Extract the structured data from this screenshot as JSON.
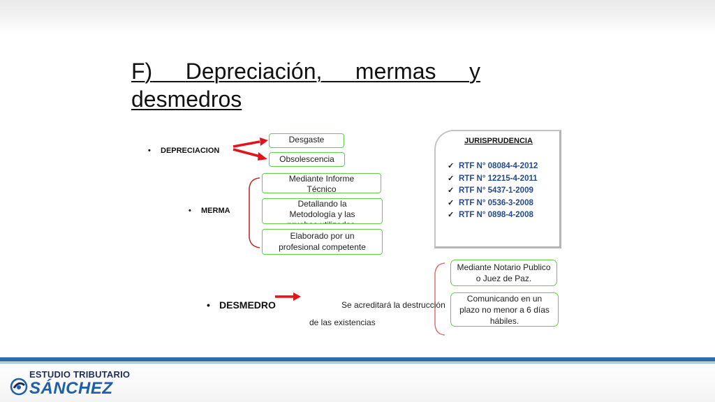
{
  "slide": {
    "title_line1": [
      "F)",
      "Depreciación,",
      "mermas",
      "y"
    ],
    "title_line2": "desmedros"
  },
  "depreciacion": {
    "label": "DEPRECIACION",
    "items": [
      "Desgaste",
      "Obsolescencia"
    ]
  },
  "merma": {
    "label": "MERMA",
    "items": [
      "Mediante Informe Técnico",
      "Detallando la Metodología y las pruebas utilizadas.",
      "Elaborado por un profesional competente"
    ]
  },
  "jurisprudencia": {
    "title": "JURISPRUDENCIA",
    "items": [
      "RTF N° 08084-4-2012",
      "RTF N° 12215-4-2011",
      "RTF N° 5437-1-2009",
      "RTF N° 0536-3-2008",
      "RTF N° 0898-4-2008"
    ]
  },
  "desmedro": {
    "label": "DESMEDRO",
    "text_line1": "Se acreditará la destrucción",
    "text_line2": "de las existencias",
    "items": [
      "Mediante Notario Publico o Juez de Paz.",
      "Comunicando en un plazo no menor a 6 días hábiles."
    ]
  },
  "footer": {
    "brand_top": "ESTUDIO TRIBUTARIO",
    "brand_bottom": "SÁNCHEZ"
  },
  "colors": {
    "box_border": "#5fcf47",
    "arrow": "#e0141a",
    "bracket": "#c42b2b",
    "juris_text": "#234a8c",
    "footer_band": "#2c6fb0"
  }
}
